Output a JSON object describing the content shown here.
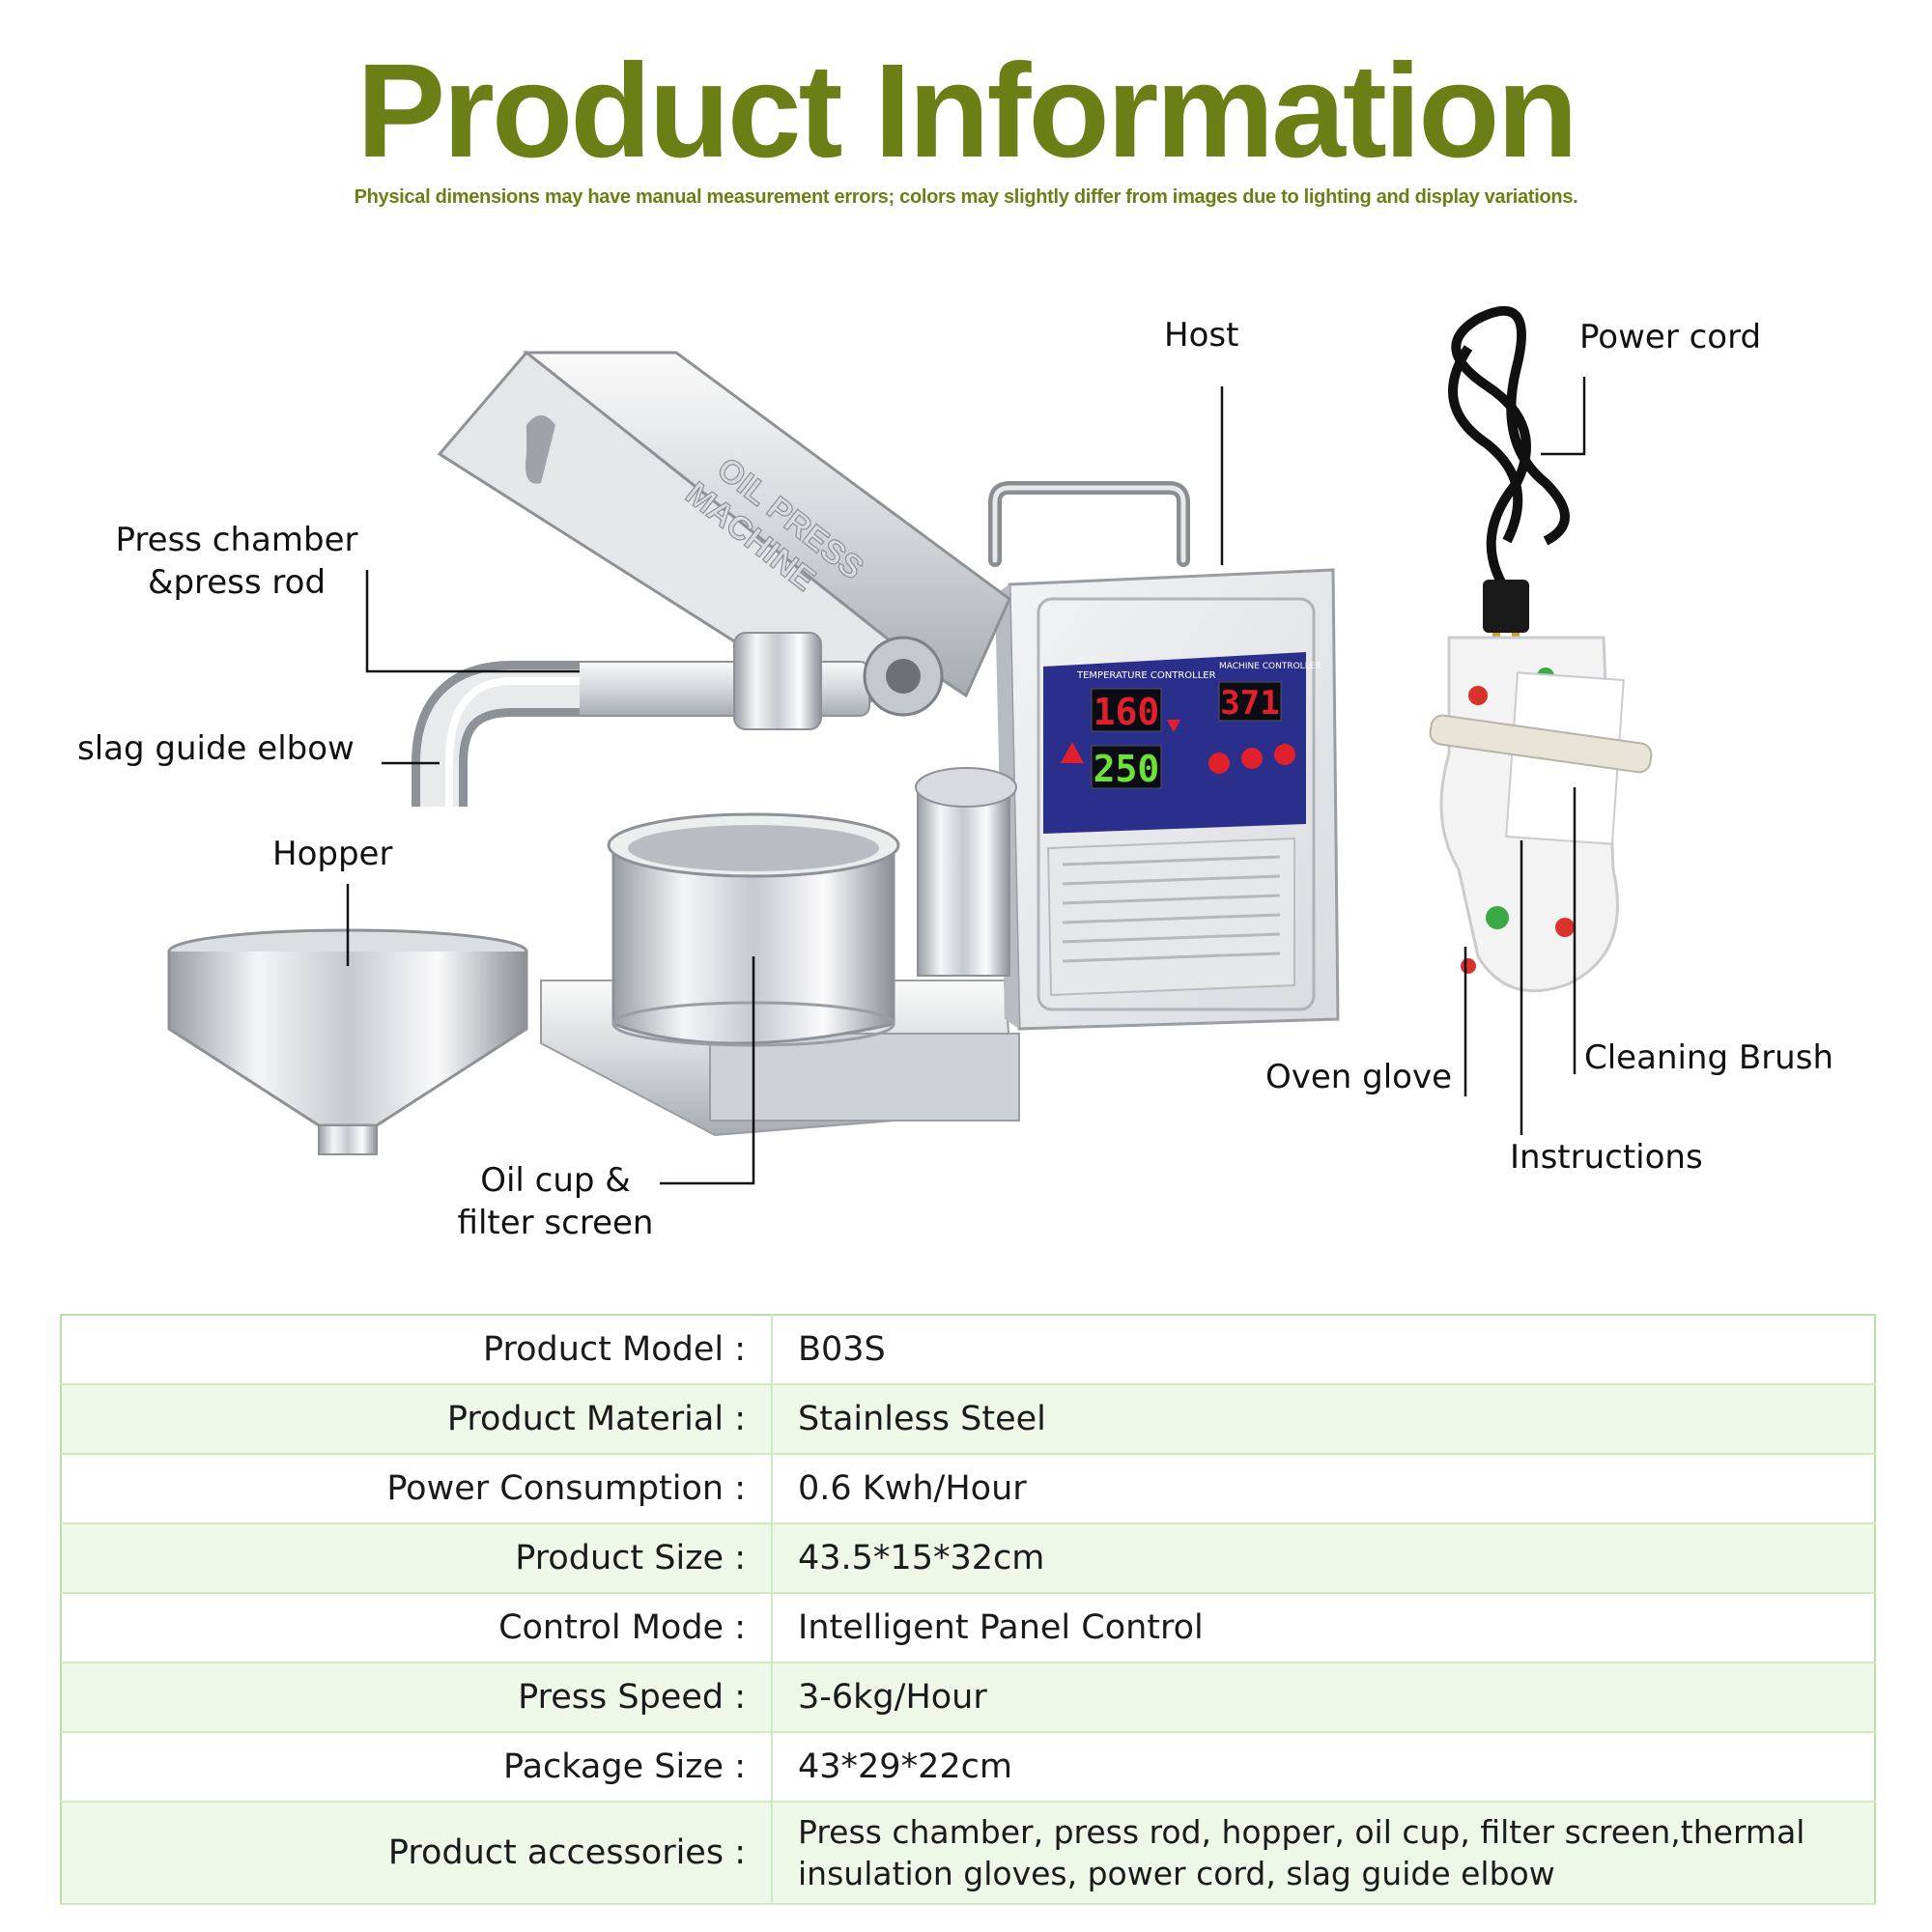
{
  "header": {
    "title": "Product Information",
    "subtitle": "Physical dimensions may have manual measurement errors; colors may slightly differ from images due to lighting and display variations."
  },
  "callouts": {
    "host": "Host",
    "power_cord": "Power cord",
    "press_chamber_line1": "Press chamber",
    "press_chamber_line2": "&press rod",
    "slag_guide": "slag guide elbow",
    "hopper": "Hopper",
    "oil_cup_line1": "Oil cup &",
    "oil_cup_line2": "filter screen",
    "oven_glove": "Oven glove",
    "cleaning_brush": "Cleaning Brush",
    "instructions": "Instructions"
  },
  "machine": {
    "embossed_line1": "OIL PRESS",
    "embossed_line2": "MACHINE",
    "panel_left_title": "TEMPERATURE CONTROLLER",
    "panel_right_title": "MACHINE CONTROLLER",
    "display_current": "160",
    "display_setting": "250",
    "display_count": "371"
  },
  "specs": [
    {
      "key": "Product Model :",
      "value": "B03S"
    },
    {
      "key": "Product Material :",
      "value": "Stainless Steel"
    },
    {
      "key": "Power Consumption :",
      "value": "0.6 Kwh/Hour"
    },
    {
      "key": "Product Size :",
      "value": "43.5*15*32cm"
    },
    {
      "key": "Control Mode :",
      "value": "Intelligent Panel Control"
    },
    {
      "key": "Press Speed :",
      "value": "3-6kg/Hour"
    },
    {
      "key": "Package Size :",
      "value": "43*29*22cm"
    },
    {
      "key": "Product accessories :",
      "value_line1": "Press chamber, press rod, hopper, oil cup, filter screen,thermal",
      "value_line2": "insulation gloves, power cord, slag guide elbow"
    }
  ],
  "colors": {
    "title_green": "#6b7f16",
    "table_border": "#b7e0a6",
    "row_tint": "#eef8e8",
    "panel_blue": "#2b2f8c",
    "led_red": "#e0202a",
    "led_green": "#6de03a"
  }
}
